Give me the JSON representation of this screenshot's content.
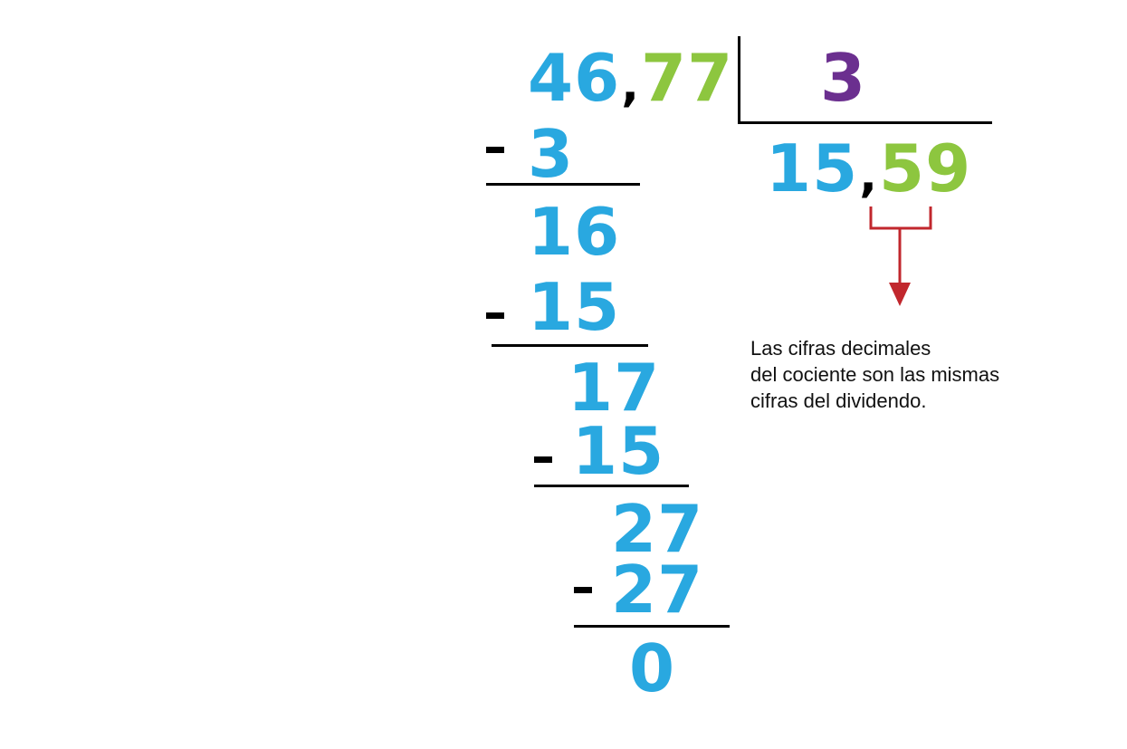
{
  "division": {
    "dividend": {
      "integer_part": "46",
      "separator": ",",
      "decimal_part": "77"
    },
    "divisor": "3",
    "quotient": {
      "integer_part": "15",
      "separator": ",",
      "decimal_part": "59"
    },
    "steps": [
      {
        "subtrahend": "3",
        "remainder": "16"
      },
      {
        "subtrahend": "15",
        "remainder": "17"
      },
      {
        "subtrahend": "15",
        "remainder": "27"
      },
      {
        "subtrahend": "27",
        "remainder": "0"
      }
    ],
    "minus_sign": "-"
  },
  "annotation": {
    "lines": [
      "Las cifras decimales",
      "del cociente son las mismas",
      "cifras del dividendo."
    ]
  },
  "colors": {
    "integer_digits": "#29a8e0",
    "decimal_digits": "#8dc63f",
    "divisor": "#6b2f8f",
    "arrow": "#c1272d",
    "lines": "#000000"
  }
}
